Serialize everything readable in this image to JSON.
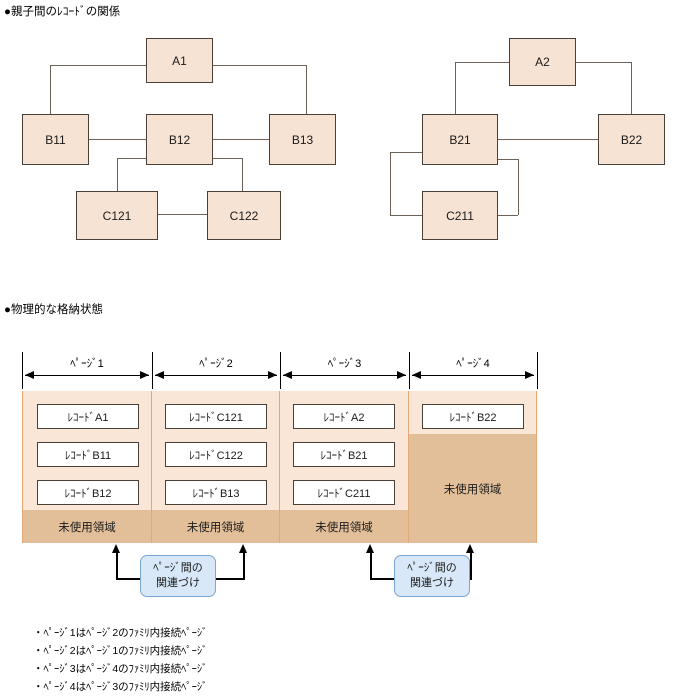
{
  "sections": {
    "relations_heading": "●親子間のﾚｺｰﾄﾞの関係",
    "storage_heading": "●物理的な格納状態"
  },
  "record_diagram": {
    "family_1": [
      {
        "id": "A1",
        "label": "A1"
      },
      {
        "id": "B11",
        "label": "B11"
      },
      {
        "id": "B12",
        "label": "B12"
      },
      {
        "id": "B13",
        "label": "B13"
      },
      {
        "id": "C121",
        "label": "C121"
      },
      {
        "id": "C122",
        "label": "C122"
      }
    ],
    "family_2": [
      {
        "id": "A2",
        "label": "A2"
      },
      {
        "id": "B21",
        "label": "B21"
      },
      {
        "id": "B22",
        "label": "B22"
      },
      {
        "id": "C211",
        "label": "C211"
      }
    ]
  },
  "storage": {
    "unused_label": "未使用領域",
    "pages": [
      {
        "label": "ﾍﾟｰｼﾞ1",
        "records": [
          "ﾚｺｰﾄﾞA1",
          "ﾚｺｰﾄﾞB11",
          "ﾚｺｰﾄﾞB12"
        ],
        "unused_label": "未使用領域"
      },
      {
        "label": "ﾍﾟｰｼﾞ2",
        "records": [
          "ﾚｺｰﾄﾞC121",
          "ﾚｺｰﾄﾞC122",
          "ﾚｺｰﾄﾞB13"
        ],
        "unused_label": "未使用領域"
      },
      {
        "label": "ﾍﾟｰｼﾞ3",
        "records": [
          "ﾚｺｰﾄﾞA2",
          "ﾚｺｰﾄﾞB21",
          "ﾚｺｰﾄﾞC211"
        ],
        "unused_label": "未使用領域"
      },
      {
        "label": "ﾍﾟｰｼﾞ4",
        "records": [
          "ﾚｺｰﾄﾞB22"
        ],
        "unused_label": "未使用領域"
      }
    ]
  },
  "callouts": [
    {
      "line1": "ﾍﾟｰｼﾞ間の",
      "line2": "関連づけ"
    },
    {
      "line1": "ﾍﾟｰｼﾞ間の",
      "line2": "関連づけ"
    }
  ],
  "notes": [
    "・ﾍﾟｰｼﾞ1はﾍﾟｰｼﾞ2のﾌｧﾐﾘ内接続ﾍﾟｰｼﾞ",
    "・ﾍﾟｰｼﾞ2はﾍﾟｰｼﾞ1のﾌｧﾐﾘ内接続ﾍﾟｰｼﾞ",
    "・ﾍﾟｰｼﾞ3はﾍﾟｰｼﾞ4のﾌｧﾐﾘ内接続ﾍﾟｰｼﾞ",
    "・ﾍﾟｰｼﾞ4はﾍﾟｰｼﾞ3のﾌｧﾐﾘ内接続ﾍﾟｰｼﾞ"
  ],
  "colors": {
    "record_fill": "#f7e3d3",
    "record_border": "#4a4038",
    "page_fill": "#fae6d6",
    "unused_fill": "#e3bf99",
    "page_divider": "#e2a877",
    "callout_fill": "#d8e8f8",
    "callout_border": "#7ba7d0",
    "connector": "#6d6257"
  }
}
